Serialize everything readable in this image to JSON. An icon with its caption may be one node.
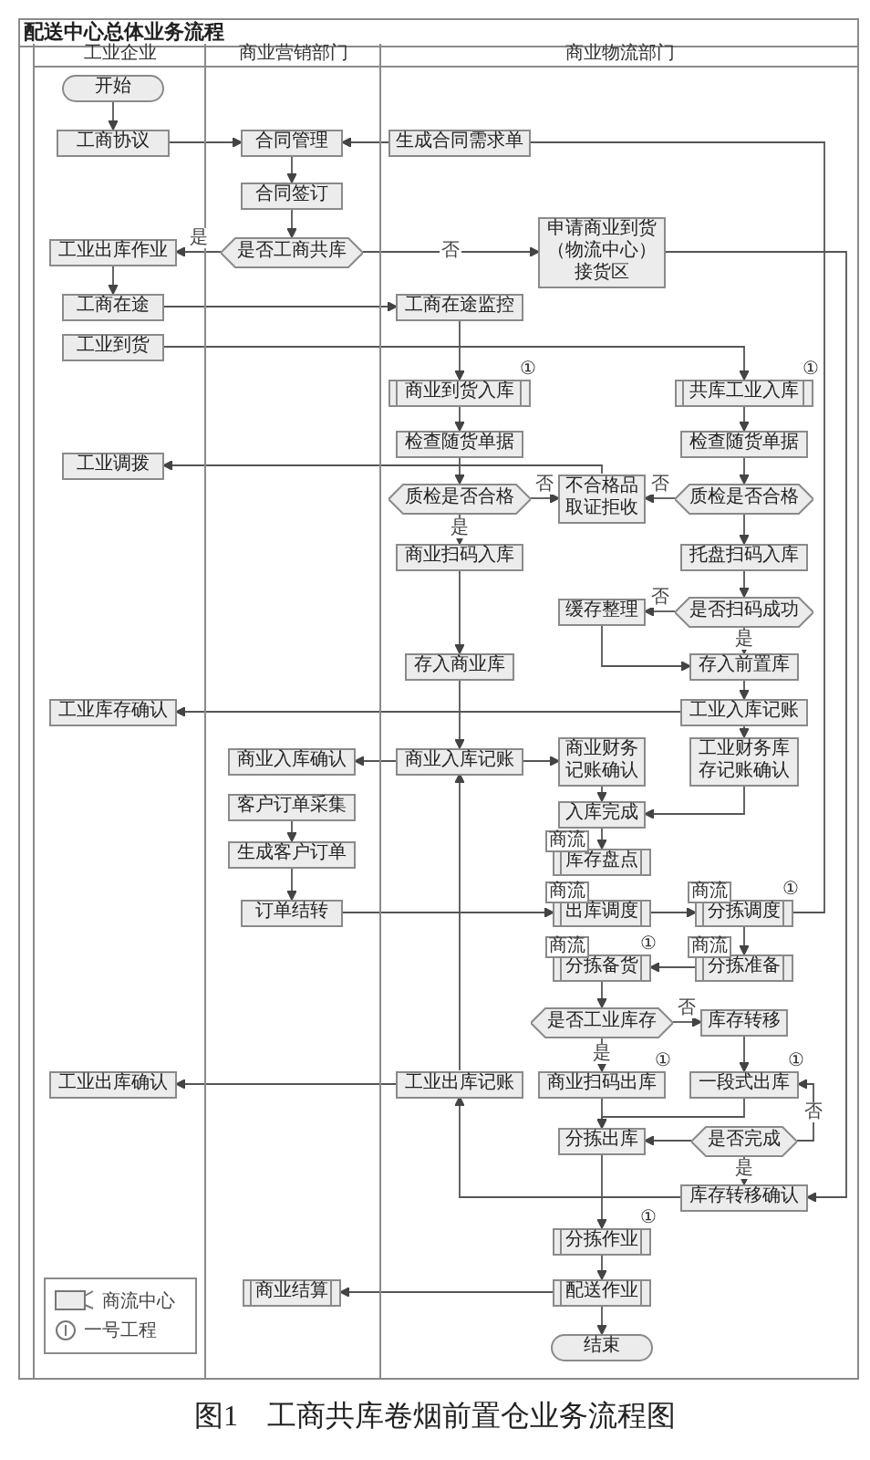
{
  "diagram": {
    "title": "配送中心总体业务流程",
    "caption": "图1　工商共库卷烟前置仓业务流程图",
    "nodes": [
      {
        "text": [
          "工业企业"
        ]
      },
      {
        "text": [
          "商业营销部门"
        ]
      },
      {
        "text": [
          "商业物流部门"
        ]
      },
      {
        "text": [
          "开始"
        ],
        "in": 0
      },
      {
        "text": [
          "工商协议"
        ],
        "in": 0
      },
      {
        "text": [
          "合同管理"
        ],
        "in": 1
      },
      {
        "text": [
          "生成合同需求单"
        ],
        "in": 2
      },
      {
        "text": [
          "合同签订"
        ],
        "in": 1
      },
      {
        "text": [
          "工业出库作业"
        ],
        "in": 0
      },
      {
        "text": [
          "是否工商共库"
        ],
        "in": 1
      },
      {
        "text": [
          "申请商业到货（物流中心）接货区"
        ],
        "in": 2
      },
      {
        "text": [
          "工商在途"
        ],
        "in": 0
      },
      {
        "text": [
          "工商在途监控"
        ],
        "in": 2
      },
      {
        "text": [
          "工业到货"
        ],
        "in": 0
      },
      {
        "text": [
          "商业到货入库"
        ],
        "in": 2,
        "beside": [
          "①"
        ]
      },
      {
        "text": [
          "共库工业入库"
        ],
        "in": 2,
        "beside": [
          "①"
        ]
      },
      {
        "text": [
          "检查随货单据"
        ],
        "in": 2
      },
      {
        "text": [
          "检查随货单据"
        ],
        "in": 2
      },
      {
        "text": [
          "工业调拨"
        ],
        "in": 0
      },
      {
        "text": [
          "质检是否合格"
        ],
        "in": 2
      },
      {
        "text": [
          "不合格品取证拒收"
        ],
        "in": 2
      },
      {
        "text": [
          "质检是否合格"
        ],
        "in": 2
      },
      {
        "text": [
          "商业扫码入库"
        ],
        "in": 2
      },
      {
        "text": [
          "托盘扫码入库"
        ],
        "in": 2
      },
      {
        "text": [
          "缓存整理"
        ],
        "in": 2
      },
      {
        "text": [
          "是否扫码成功"
        ],
        "in": 2
      },
      {
        "text": [
          "存入商业库"
        ],
        "in": 2
      },
      {
        "text": [
          "存入前置库"
        ],
        "in": 2
      },
      {
        "text": [
          "工业入库记账"
        ],
        "in": 2
      },
      {
        "text": [
          "工业库存确认"
        ],
        "in": 0
      },
      {
        "text": [
          "商业入库确认"
        ],
        "in": 1
      },
      {
        "text": [
          "商业入库记账"
        ],
        "in": 2
      },
      {
        "text": [
          "商业财务记账确认"
        ],
        "in": 2
      },
      {
        "text": [
          "工业财务库存记账确认"
        ],
        "in": 2
      },
      {
        "text": [
          "客户订单采集"
        ],
        "in": 1
      },
      {
        "text": [
          "入库完成"
        ],
        "in": 2
      },
      {
        "text": [
          "生成客户订单"
        ],
        "in": 1
      },
      {
        "text": [
          "库存盘点"
        ],
        "in": 2,
        "beside": [
          "商流"
        ]
      },
      {
        "text": [
          "订单结转"
        ],
        "in": 1
      },
      {
        "text": [
          "出库调度"
        ],
        "in": 2,
        "beside": [
          "商流"
        ]
      },
      {
        "text": [
          "分拣调度"
        ],
        "in": 2,
        "beside": [
          "商流",
          "①"
        ]
      },
      {
        "text": [
          "分拣备货"
        ],
        "in": 2,
        "beside": [
          "商流",
          "①"
        ]
      },
      {
        "text": [
          "分拣准备"
        ],
        "in": 2,
        "beside": [
          "商流"
        ]
      },
      {
        "text": [
          "是否工业库存"
        ],
        "in": 2
      },
      {
        "text": [
          "库存转移"
        ],
        "in": 2
      },
      {
        "text": [
          "工业出库确认"
        ],
        "in": 0
      },
      {
        "text": [
          "工业出库记账"
        ],
        "in": 2
      },
      {
        "text": [
          "商业扫码出库"
        ],
        "in": 2,
        "beside": [
          "①"
        ]
      },
      {
        "text": [
          "一段式出库"
        ],
        "in": 2,
        "beside": [
          "①"
        ]
      },
      {
        "text": [
          "分拣出库"
        ],
        "in": 2
      },
      {
        "text": [
          "是否完成"
        ],
        "in": 2
      },
      {
        "text": [
          "库存转移确认"
        ],
        "in": 2
      },
      {
        "text": [
          "分拣作业"
        ],
        "in": 2,
        "beside": [
          "①"
        ]
      },
      {
        "text": [
          "商业结算"
        ],
        "in": 1
      },
      {
        "text": [
          "配送作业"
        ],
        "in": 2
      },
      {
        "text": [
          "结束"
        ],
        "in": 2
      }
    ],
    "edges": [
      {
        "from": 3,
        "to": 4,
        "arrow": "to"
      },
      {
        "from": 4,
        "to": 5,
        "arrow": "to"
      },
      {
        "from": 6,
        "to": 5,
        "arrow": "to"
      },
      {
        "from": 5,
        "to": 7,
        "arrow": "to"
      },
      {
        "from": 7,
        "to": 9,
        "arrow": "to"
      },
      {
        "from": 9,
        "to": 8,
        "arrow": "to",
        "label": "是"
      },
      {
        "from": 9,
        "to": 10,
        "arrow": "to",
        "label": "否"
      },
      {
        "from": 8,
        "to": 11,
        "arrow": "to"
      },
      {
        "from": 11,
        "to": 12,
        "arrow": "to"
      },
      {
        "from": 12,
        "to": 14,
        "arrow": "to"
      },
      {
        "from": 13,
        "to": 15,
        "arrow": "to"
      },
      {
        "from": 14,
        "to": 16,
        "arrow": "to"
      },
      {
        "from": 15,
        "to": 17,
        "arrow": "to"
      },
      {
        "from": 16,
        "to": 19,
        "arrow": "to"
      },
      {
        "from": 17,
        "to": 21,
        "arrow": "to"
      },
      {
        "from": 19,
        "to": 20,
        "arrow": "to",
        "label": "否"
      },
      {
        "from": 21,
        "to": 20,
        "arrow": "to",
        "label": "否"
      },
      {
        "from": 20,
        "to": 18,
        "arrow": "to"
      },
      {
        "from": 19,
        "to": 22,
        "arrow": "to",
        "label": "是"
      },
      {
        "from": 21,
        "to": 23,
        "arrow": "to"
      },
      {
        "from": 22,
        "to": 26,
        "arrow": "to"
      },
      {
        "from": 23,
        "to": 25,
        "arrow": "to"
      },
      {
        "from": 25,
        "to": 24,
        "arrow": "to",
        "label": "否"
      },
      {
        "from": 25,
        "to": 27,
        "arrow": "to",
        "label": "是"
      },
      {
        "from": 24,
        "to": 27,
        "arrow": "to"
      },
      {
        "from": 26,
        "to": 31,
        "arrow": "to"
      },
      {
        "from": 27,
        "to": 28,
        "arrow": "to"
      },
      {
        "from": 28,
        "to": 29,
        "arrow": "to"
      },
      {
        "from": 28,
        "to": 33,
        "arrow": "to"
      },
      {
        "from": 31,
        "to": 30,
        "arrow": "to"
      },
      {
        "from": 31,
        "to": 32,
        "arrow": "to"
      },
      {
        "from": 32,
        "to": 35,
        "arrow": "to"
      },
      {
        "from": 33,
        "to": 35,
        "arrow": "to"
      },
      {
        "from": 35,
        "to": 37,
        "arrow": "to"
      },
      {
        "from": 34,
        "to": 36,
        "arrow": "to"
      },
      {
        "from": 36,
        "to": 38,
        "arrow": "to"
      },
      {
        "from": 38,
        "to": 39,
        "arrow": "to"
      },
      {
        "from": 39,
        "to": 40,
        "arrow": "to"
      },
      {
        "from": 40,
        "to": 6,
        "arrow": "none"
      },
      {
        "from": 40,
        "to": 42,
        "arrow": "to"
      },
      {
        "from": 42,
        "to": 41,
        "arrow": "to"
      },
      {
        "from": 41,
        "to": 43,
        "arrow": "to"
      },
      {
        "from": 43,
        "to": 44,
        "arrow": "to",
        "label": "否"
      },
      {
        "from": 43,
        "to": 47,
        "arrow": "to",
        "label": "是"
      },
      {
        "from": 44,
        "to": 48,
        "arrow": "to"
      },
      {
        "from": 47,
        "to": 49,
        "arrow": "to"
      },
      {
        "from": 48,
        "to": 49,
        "arrow": "to"
      },
      {
        "from": 50,
        "to": 49,
        "arrow": "to"
      },
      {
        "from": 50,
        "to": 48,
        "arrow": "to",
        "label": "否"
      },
      {
        "from": 50,
        "to": 51,
        "arrow": "to",
        "label": "是"
      },
      {
        "from": 10,
        "to": 51,
        "arrow": "to"
      },
      {
        "from": 51,
        "to": 46,
        "arrow": "to"
      },
      {
        "from": 46,
        "to": 45,
        "arrow": "to"
      },
      {
        "from": 46,
        "to": 31,
        "arrow": "to"
      },
      {
        "from": 49,
        "to": 52,
        "arrow": "to"
      },
      {
        "from": 52,
        "to": 54,
        "arrow": "to"
      },
      {
        "from": 54,
        "to": 53,
        "arrow": "to"
      },
      {
        "from": 54,
        "to": 55,
        "arrow": "to"
      }
    ],
    "legend": [
      {
        "text": "商流中心"
      },
      {
        "text": "一号工程"
      }
    ]
  }
}
